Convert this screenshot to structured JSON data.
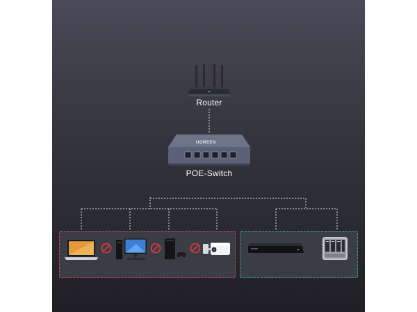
{
  "nodes": {
    "router": {
      "label": "Router"
    },
    "switch": {
      "label": "POE-Switch",
      "brand": "UGREEN"
    }
  },
  "groups": {
    "blocked": {
      "border_color": "#c9484c",
      "devices": [
        "laptop-icon",
        "desktop-computer-icon",
        "game-console-icon",
        "security-camera-icon"
      ],
      "status_icon": "prohibited-icon"
    },
    "allowed": {
      "border_color": "#3f9f74",
      "devices": [
        "nvr-recorder-icon",
        "nas-storage-icon"
      ]
    }
  },
  "colors": {
    "background_top": "#4a4a58",
    "background_bottom": "#1f1f25",
    "connector": "#e6e6e6",
    "prohibited": "#d63a3f"
  }
}
